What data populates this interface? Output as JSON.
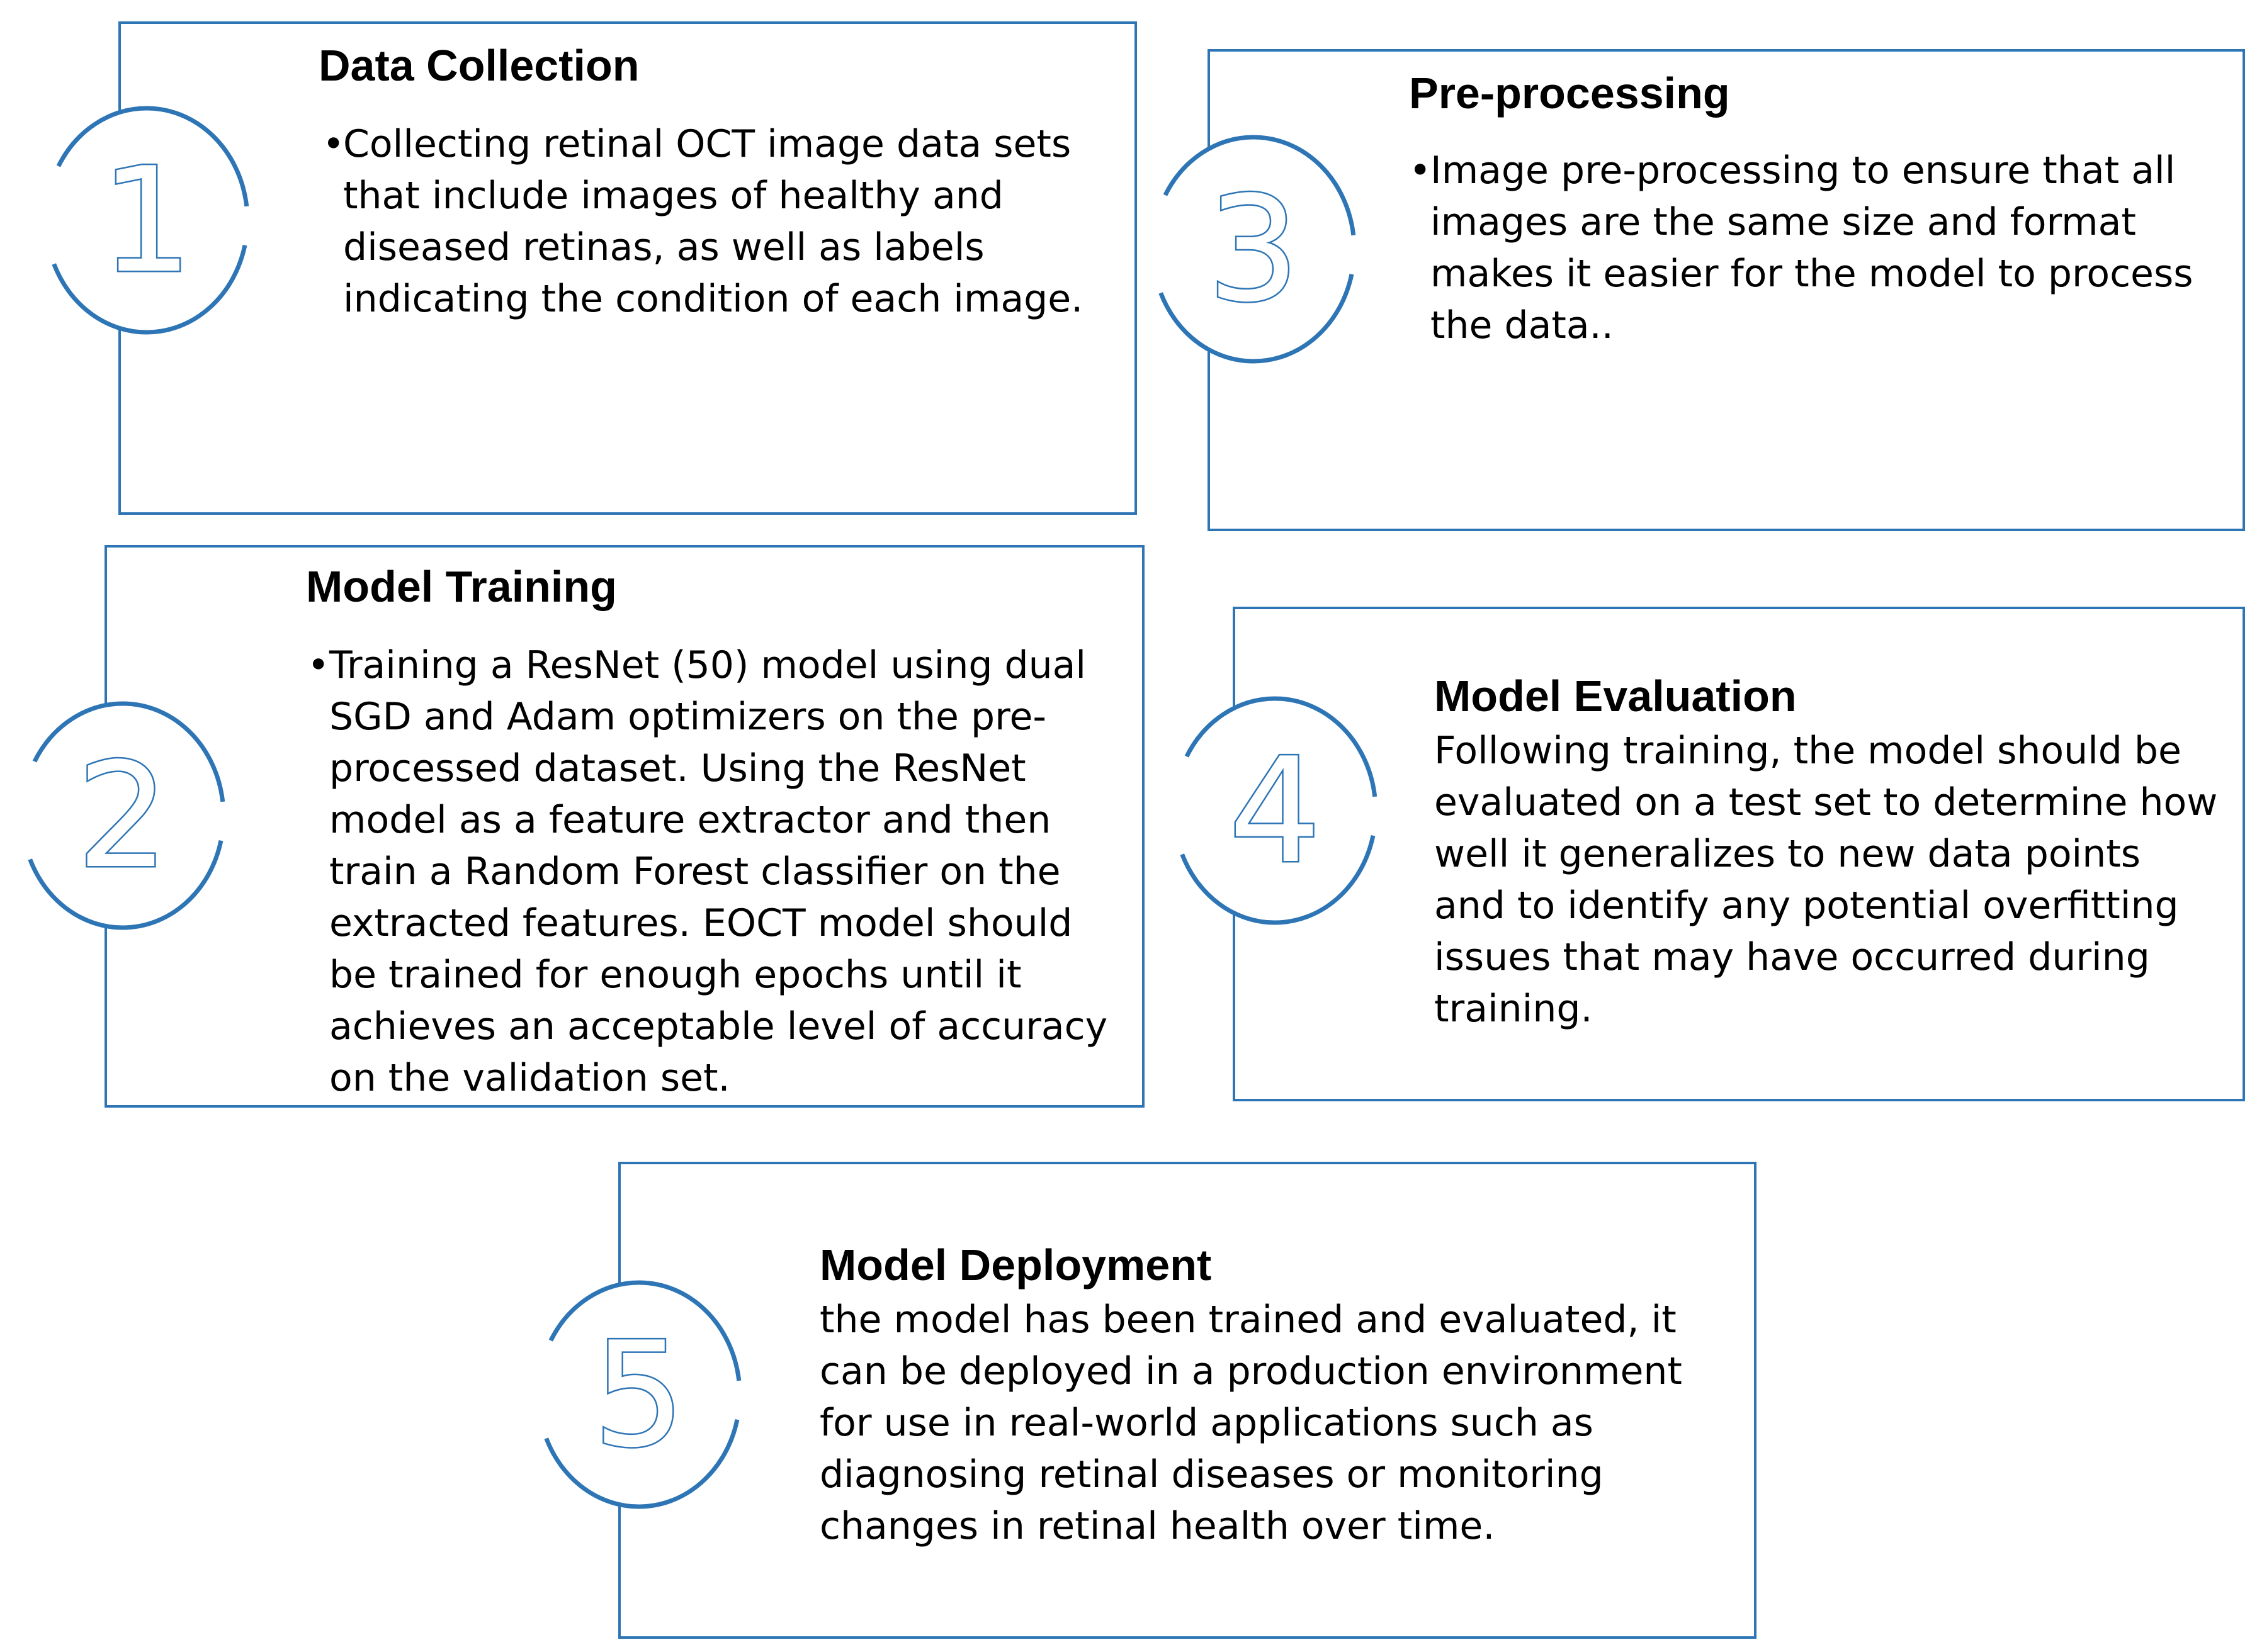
{
  "accent_color": "#2e75b6",
  "steps": [
    {
      "number": "1",
      "title": "Data Collection",
      "bullet": "•",
      "text": "Collecting retinal OCT image data sets that include images of healthy and diseased retinas, as well as labels indicating the condition of each image."
    },
    {
      "number": "3",
      "title": "Pre-processing",
      "bullet": "•",
      "text": "Image pre-processing to ensure that all images are the same size and format makes it easier for the model to process the data.."
    },
    {
      "number": "2",
      "title": "Model Training",
      "bullet": "•",
      "text": "Training a ResNet (50)  model using dual SGD and Adam optimizers on the pre-processed dataset. Using the ResNet model as a feature extractor and then train a Random Forest classifier on the extracted features. EOCT model should be trained for enough epochs until it achieves an acceptable level of accuracy on the validation set."
    },
    {
      "number": "4",
      "title": "Model Evaluation",
      "text": "Following training, the model should be evaluated on a test set to determine how well it generalizes to new data points and to identify any potential overfitting issues that may have occurred during training."
    },
    {
      "number": "5",
      "title": "Model Deployment",
      "text": "the model has been trained and evaluated, it can be deployed in a production environment for use in real-world applications such as diagnosing retinal diseases or monitoring changes in retinal health over time."
    }
  ]
}
